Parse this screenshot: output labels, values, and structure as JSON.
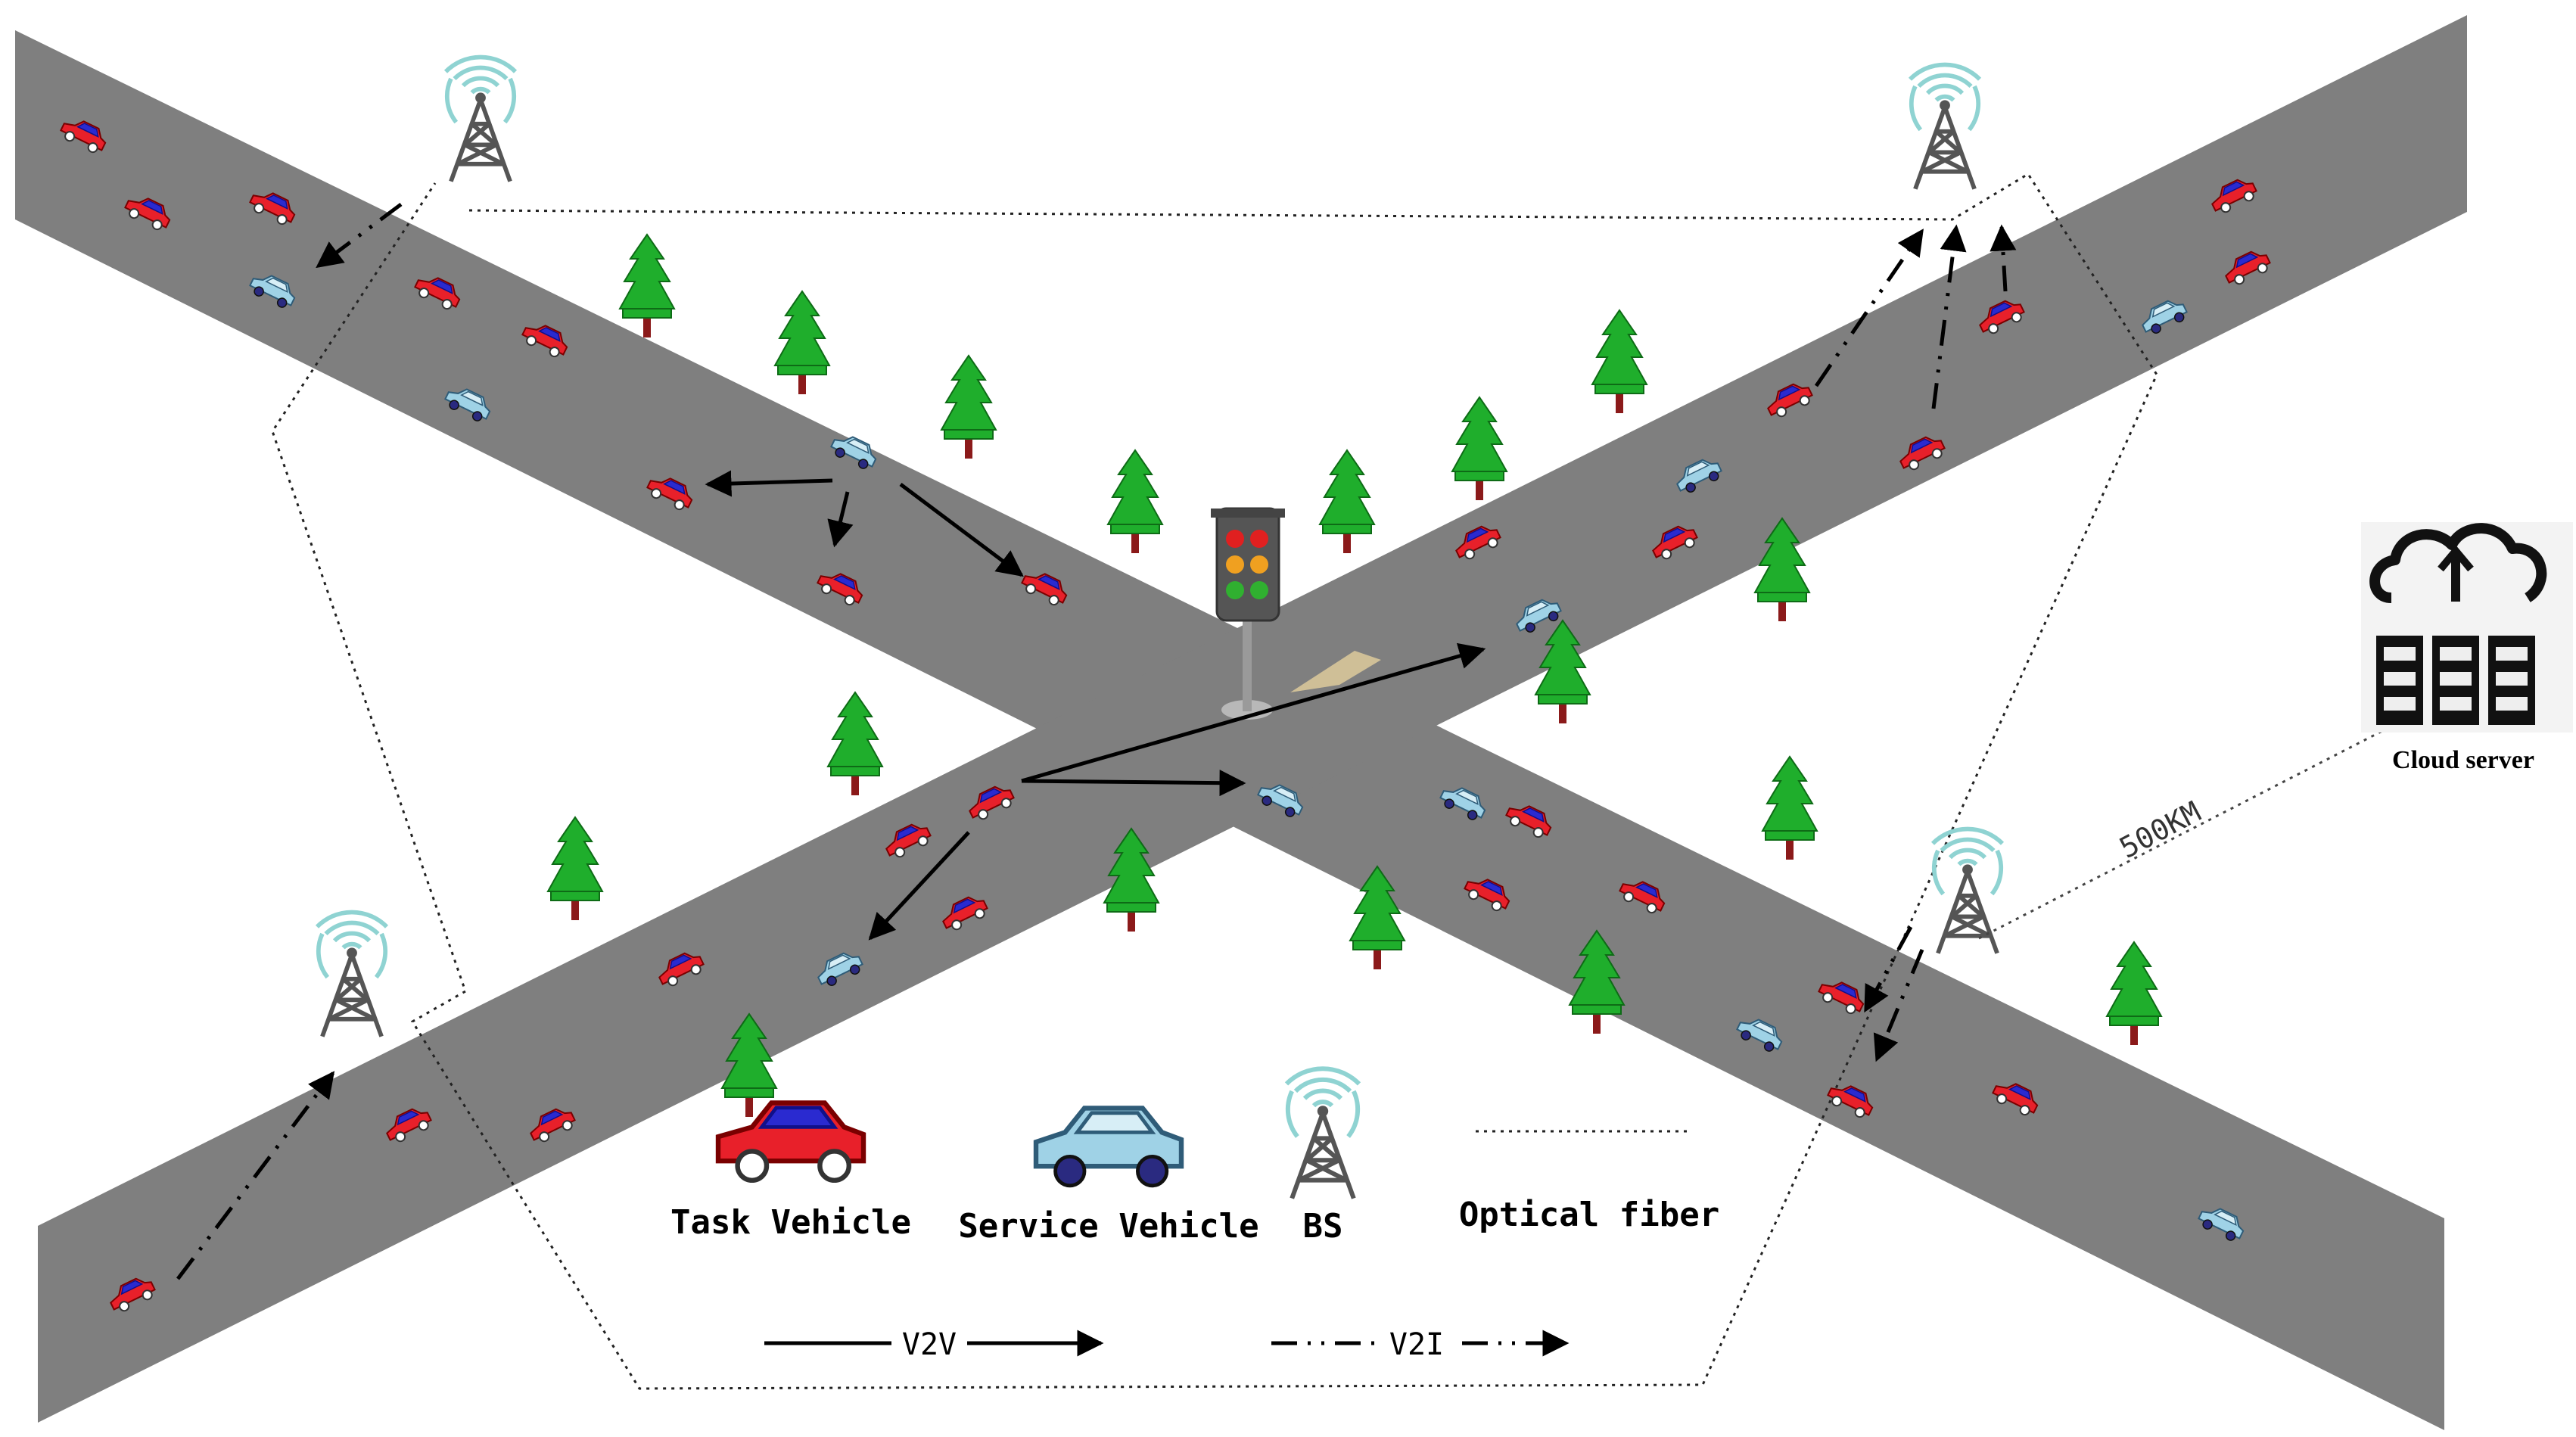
{
  "legend": {
    "task_vehicle": "Task Vehicle",
    "service_vehicle": "Service Vehicle",
    "bs": "BS",
    "optical_fiber": "Optical fiber",
    "v2v": "V2V",
    "v2i": "V2I"
  },
  "cloud": {
    "label": "Cloud server",
    "distance": "500KM"
  },
  "colors": {
    "road": "#7f7f7f",
    "task_vehicle": "#e8202a",
    "task_vehicle_cabin": "#2a2ad0",
    "service_vehicle": "#9fd2e6",
    "tree": "#1fae2c",
    "trunk": "#8b1a1a",
    "signal_ring": "#8fd3d2",
    "tower": "#555555"
  },
  "icons": [
    "task-vehicle-icon",
    "service-vehicle-icon",
    "base-station-icon",
    "tree-icon",
    "traffic-light-icon",
    "cloud-server-icon"
  ]
}
